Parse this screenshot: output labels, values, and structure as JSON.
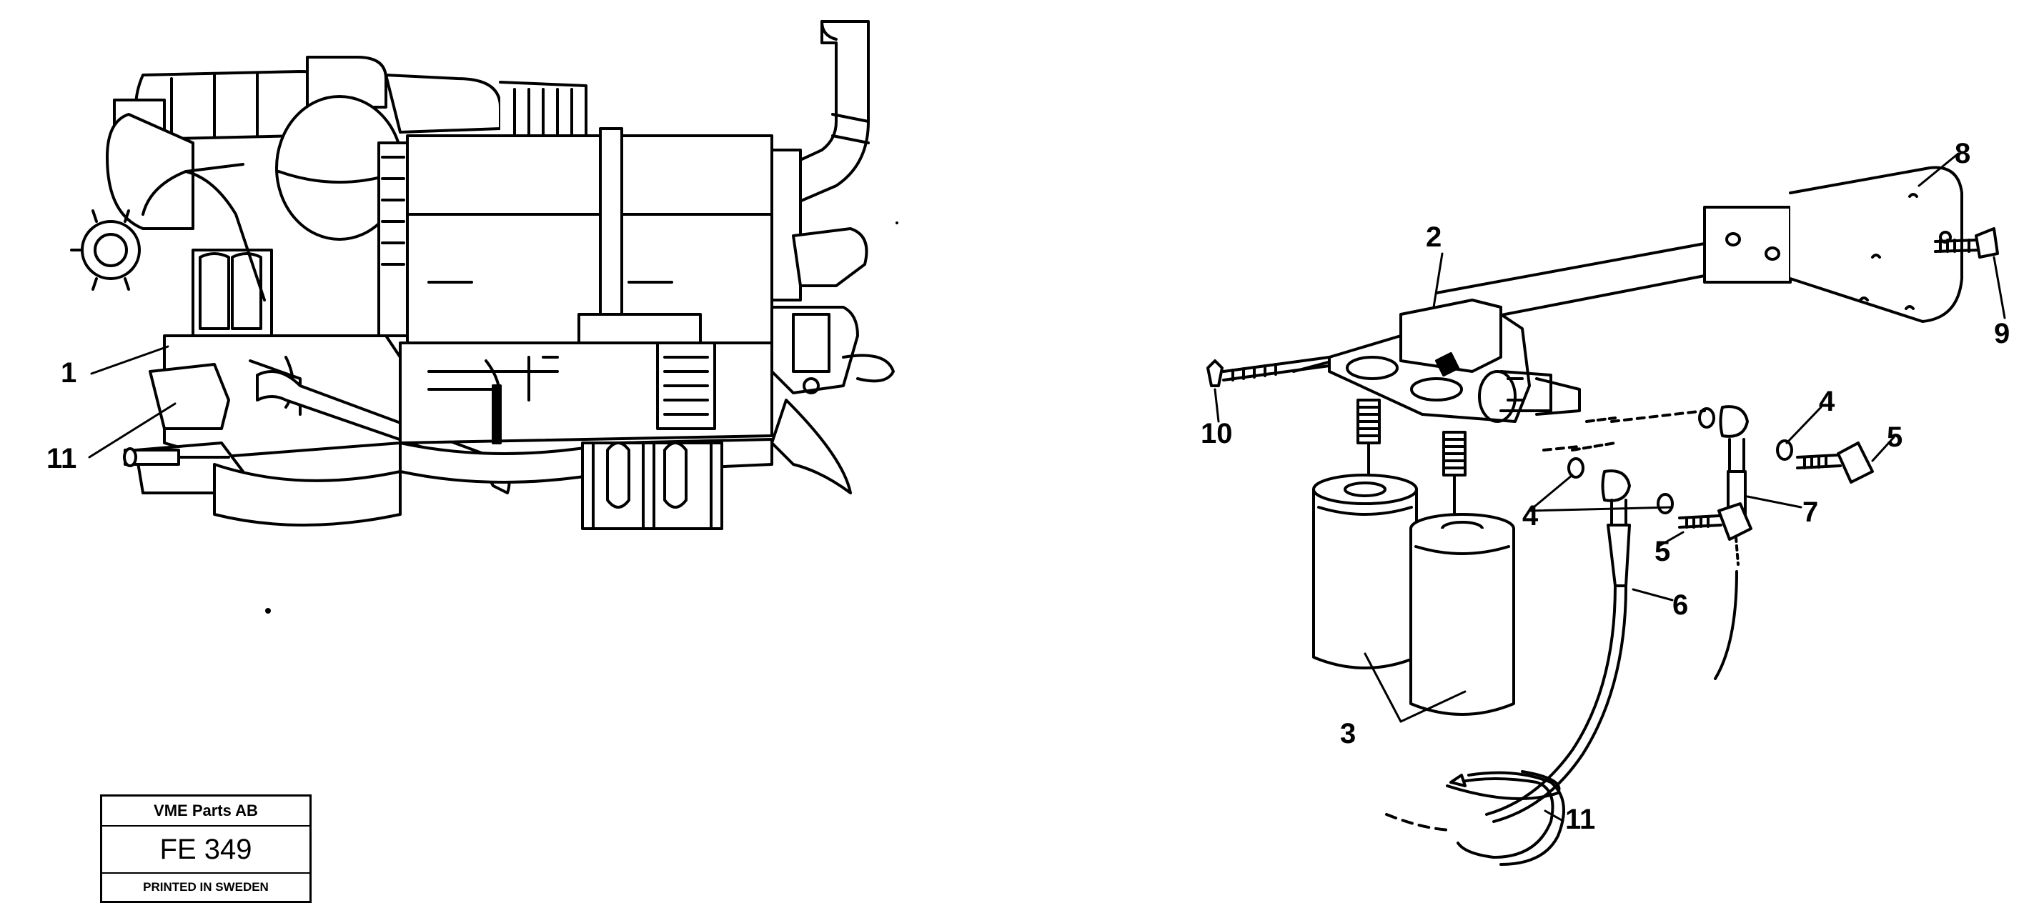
{
  "callouts": {
    "c1": "1",
    "c11_left": "11",
    "c2": "2",
    "c3": "3",
    "c4_upper": "4",
    "c4_lower": "4",
    "c5_upper": "5",
    "c5_lower": "5",
    "c6": "6",
    "c7": "7",
    "c8": "8",
    "c9": "9",
    "c10": "10",
    "c11_right": "11"
  },
  "stamp": {
    "company": "VME Parts AB",
    "code": "FE 349",
    "printed": "PRINTED IN SWEDEN"
  }
}
